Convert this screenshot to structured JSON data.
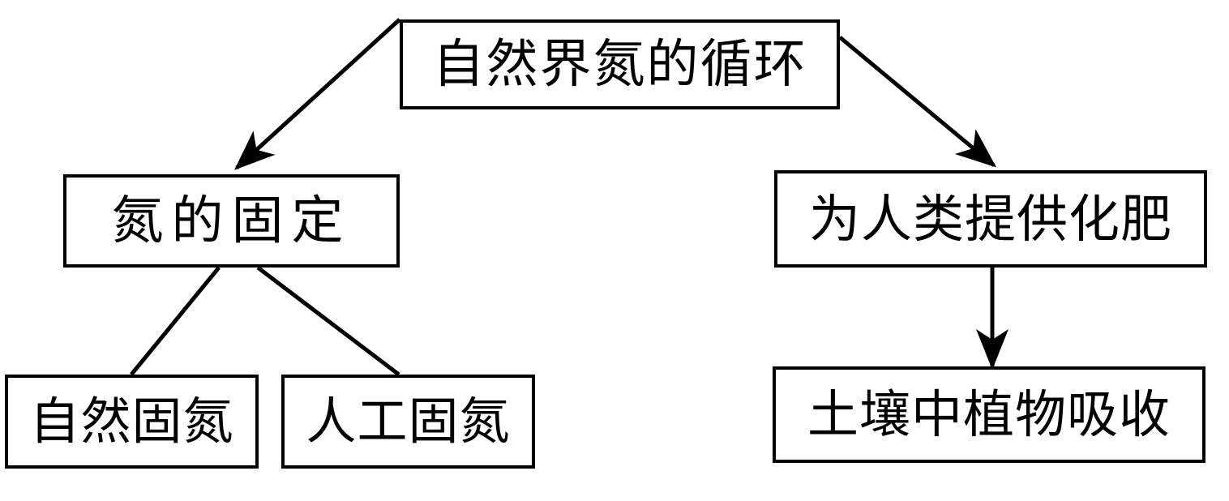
{
  "diagram": {
    "type": "flowchart",
    "orientation": "top-down",
    "title": "自然界氮的循环",
    "background_color": "#ffffff",
    "stroke_color": "#000000",
    "nodes": [
      {
        "id": "title",
        "label": "自然界氮的循环",
        "level": 0,
        "side": "center"
      },
      {
        "id": "fixation",
        "label": "氮的固定",
        "level": 1,
        "side": "left"
      },
      {
        "id": "fertilizer",
        "label": "为人类提供化肥",
        "level": 1,
        "side": "right"
      },
      {
        "id": "natural_fix",
        "label": "自然固氮",
        "level": 2,
        "side": "left"
      },
      {
        "id": "artificial_fix",
        "label": "人工固氮",
        "level": 2,
        "side": "left"
      },
      {
        "id": "soil_uptake",
        "label": "土壤中植物吸收",
        "level": 2,
        "side": "right"
      }
    ],
    "edges": [
      {
        "from": "title",
        "to": "fixation",
        "arrow": true,
        "style": "diagonal-down-left"
      },
      {
        "from": "title",
        "to": "fertilizer",
        "arrow": true,
        "style": "diagonal-down-right"
      },
      {
        "from": "fixation",
        "to": "natural_fix",
        "arrow": false,
        "style": "diagonal-down-left"
      },
      {
        "from": "fixation",
        "to": "artificial_fix",
        "arrow": false,
        "style": "diagonal-down-right"
      },
      {
        "from": "fertilizer",
        "to": "soil_uptake",
        "arrow": true,
        "style": "vertical-down"
      }
    ]
  }
}
